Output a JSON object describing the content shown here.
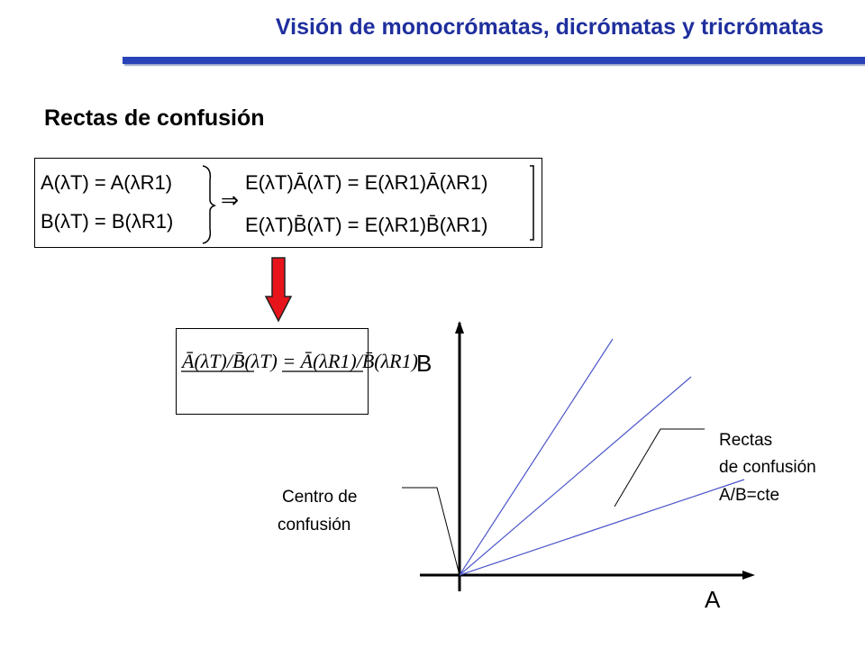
{
  "header": {
    "title": "Visión de monocrómatas, dicrómatas y tricrómatas"
  },
  "section": {
    "title": "Rectas de confusión"
  },
  "equations": {
    "system_left": [
      "A(λT) = A(λR1)",
      "B(λT) = B(λR1)"
    ],
    "implies": "⇒",
    "system_right": [
      "E(λT)Ā(λT) = E(λR1)Ā(λR1)",
      "E(λT)B̄(λT) = E(λR1)B̄(λR1)"
    ],
    "ratio": "Ā(λT)/B̄(λT) = Ā(λR1)/B̄(λR1)"
  },
  "diagram": {
    "axis_x_label": "A",
    "axis_y_label": "B",
    "center_label": [
      "Centro de",
      "confusión"
    ],
    "lines_label": [
      "Rectas",
      "de confusión",
      "A/B=cte"
    ],
    "colors": {
      "title": "#1f2f9e",
      "rule": "#2a42b8",
      "confusion_lines": "#4a55c9",
      "arrow": "#e8141b"
    }
  }
}
